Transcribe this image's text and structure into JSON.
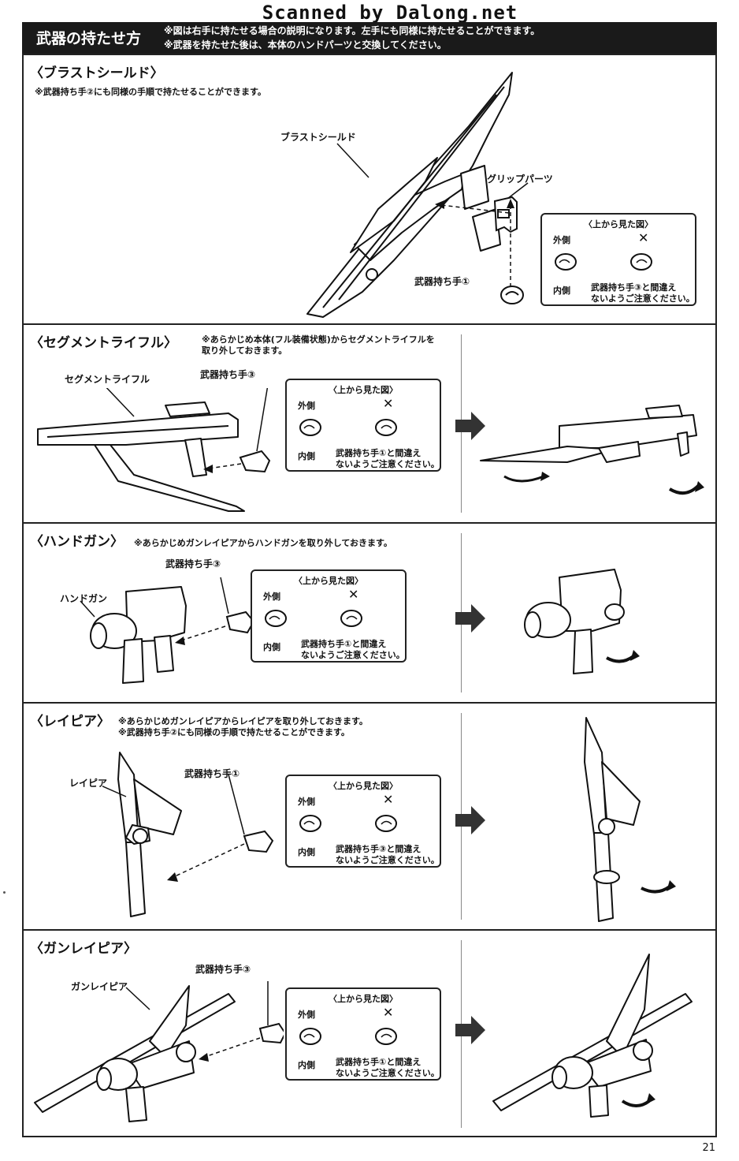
{
  "watermark": "Scanned by Dalong.net",
  "header": {
    "title": "武器の持たせ方",
    "note1": "※図は右手に持たせる場合の説明になります。左手にも同様に持たせることができます。",
    "note2": "※武器を持たせた後は、本体のハンドパーツと交換してください。"
  },
  "top_view": {
    "title": "〈上から見た図〉",
    "outer": "外側",
    "inner": "内側",
    "mark": "✕"
  },
  "sections": [
    {
      "title": "〈ブラストシールド〉",
      "note": "※武器持ち手②にも同様の手順で持たせることができます。",
      "labels": {
        "weapon": "ブラストシールド",
        "grip": "グリップパーツ",
        "hand": "武器持ち手①"
      },
      "warn1": "武器持ち手③と間違え",
      "warn2": "ないようご注意ください。"
    },
    {
      "title": "〈セグメントライフル〉",
      "note1": "※あらかじめ本体(フル装備状態)からセグメントライフルを",
      "note2": "取り外しておきます。",
      "labels": {
        "weapon": "セグメントライフル",
        "hand": "武器持ち手③"
      },
      "warn1": "武器持ち手①と間違え",
      "warn2": "ないようご注意ください。"
    },
    {
      "title": "〈ハンドガン〉",
      "note": "※あらかじめガンレイピアからハンドガンを取り外しておきます。",
      "labels": {
        "weapon": "ハンドガン",
        "hand": "武器持ち手③"
      },
      "warn1": "武器持ち手①と間違え",
      "warn2": "ないようご注意ください。"
    },
    {
      "title": "〈レイピア〉",
      "note1": "※あらかじめガンレイピアからレイピアを取り外しておきます。",
      "note2": "※武器持ち手②にも同様の手順で持たせることができます。",
      "labels": {
        "weapon": "レイピア",
        "hand": "武器持ち手①"
      },
      "warn1": "武器持ち手③と間違え",
      "warn2": "ないようご注意ください。"
    },
    {
      "title": "〈ガンレイピア〉",
      "labels": {
        "weapon": "ガンレイピア",
        "hand": "武器持ち手③"
      },
      "warn1": "武器持ち手①と間違え",
      "warn2": "ないようご注意ください。"
    }
  ],
  "page_number": "21"
}
